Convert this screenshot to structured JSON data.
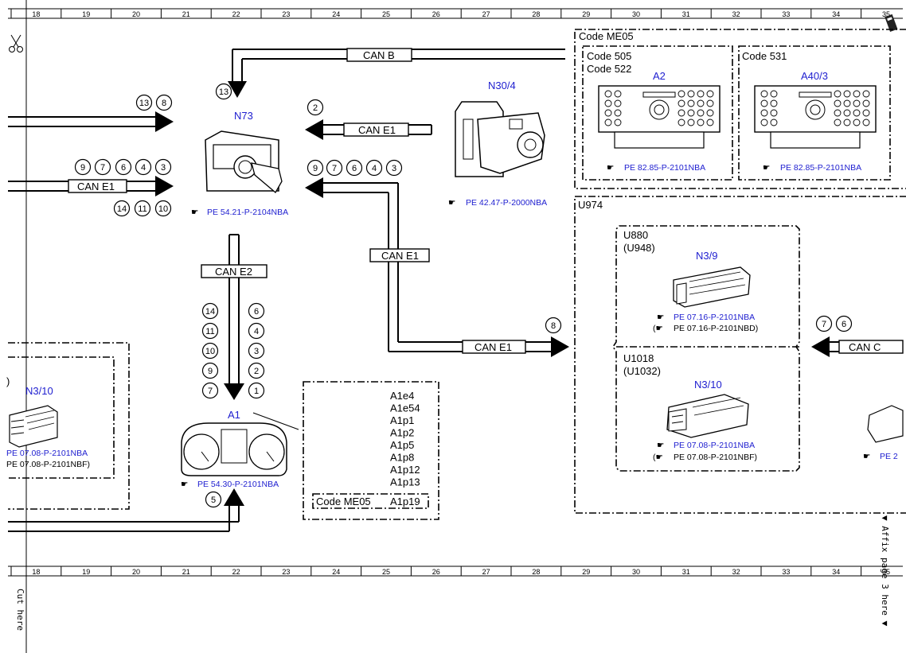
{
  "ruler": {
    "numbers": [
      "18",
      "19",
      "20",
      "21",
      "22",
      "23",
      "24",
      "25",
      "26",
      "27",
      "28",
      "29",
      "30",
      "31",
      "32",
      "33",
      "34",
      "35"
    ]
  },
  "margin": {
    "cut_here": "Cut here",
    "affix_here": "▼ Affix page 3 here ▼"
  },
  "bus_labels": {
    "can_b": "CAN B",
    "can_e1_top": "CAN E1",
    "can_e1_left": "CAN E1",
    "can_e1_mid": "CAN E1",
    "can_e1_bottom": "CAN E1",
    "can_e2": "CAN E2",
    "can_c": "CAN C"
  },
  "components": {
    "n73": {
      "id": "N73",
      "ref": "PE 54.21-P-2104NBA"
    },
    "n30_4": {
      "id": "N30/4",
      "ref": "PE 42.47-P-2000NBA"
    },
    "a1": {
      "id": "A1",
      "ref": "PE 54.30-P-2101NBA"
    },
    "n3_10_left": {
      "id": "N3/10",
      "ref1": "PE 07.08-P-2101NBA",
      "ref2": "PE 07.08-P-2101NBF)"
    },
    "a2": {
      "id": "A2",
      "ref": "PE 82.85-P-2101NBA"
    },
    "a40_3": {
      "id": "A40/3",
      "ref": "PE 82.85-P-2101NBA"
    },
    "n3_9": {
      "id": "N3/9",
      "ref1": "PE 07.16-P-2101NBA",
      "ref2": "PE 07.16-P-2101NBD)"
    },
    "n3_10_right": {
      "id": "N3/10",
      "ref1": "PE 07.08-P-2101NBA",
      "ref2": "PE 07.08-P-2101NBF)"
    },
    "right_edge_ref": "PE 2"
  },
  "groups": {
    "code_me05": "Code ME05",
    "code_505": "Code 505",
    "code_522": "Code 522",
    "code_531": "Code 531",
    "u974": "U974",
    "u880": "U880",
    "u948": "(U948)",
    "u1018": "U1018",
    "u1032": "(U1032)",
    "left_paren": ")"
  },
  "a1_list": {
    "items": [
      "A1e4",
      "A1e54",
      "A1p1",
      "A1p2",
      "A1p5",
      "A1p8",
      "A1p12",
      "A1p13"
    ],
    "code_label": "Code ME05",
    "code_item": "A1p19"
  },
  "circles": {
    "c13_top": "13",
    "in_13": "13",
    "in_8": "8",
    "in_9": "9",
    "in_7": "7",
    "in_6": "6",
    "in_4": "4",
    "in_3": "3",
    "in_14": "14",
    "in_11": "11",
    "in_10": "10",
    "n73_2": "2",
    "n73_9": "9",
    "n73_7": "7",
    "n73_6": "6",
    "n73_4": "4",
    "n73_3": "3",
    "e2_l": [
      "14",
      "11",
      "10",
      "9",
      "7"
    ],
    "e2_r": [
      "6",
      "4",
      "3",
      "2",
      "1"
    ],
    "a1_5": "5",
    "mid_8": "8",
    "canc_7": "7",
    "canc_6": "6"
  }
}
